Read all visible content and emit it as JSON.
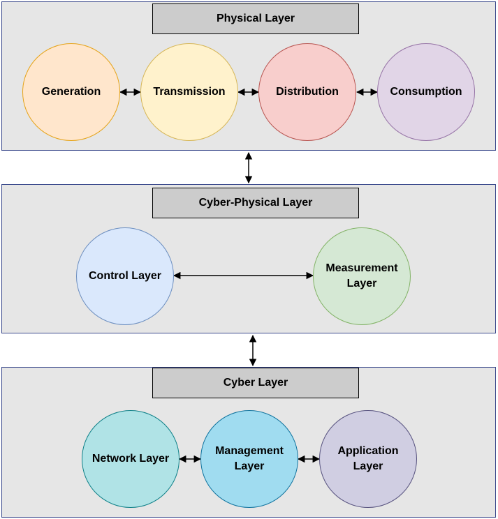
{
  "layers": {
    "physical": {
      "title": "Physical Layer",
      "nodes": [
        {
          "label": "Generation",
          "fill": "#ffe6cc",
          "stroke": "#e6a317"
        },
        {
          "label": "Transmission",
          "fill": "#fff2cc",
          "stroke": "#d6b656"
        },
        {
          "label": "Distribution",
          "fill": "#f8cecc",
          "stroke": "#b85450"
        },
        {
          "label": "Consumption",
          "fill": "#e1d5e7",
          "stroke": "#9673a6"
        }
      ]
    },
    "cyber_physical": {
      "title": "Cyber-Physical Layer",
      "nodes": [
        {
          "label": "Control Layer",
          "fill": "#dae8fc",
          "stroke": "#6c8ebf"
        },
        {
          "label": "Measurement Layer",
          "fill": "#d5e8d4",
          "stroke": "#82b366"
        }
      ]
    },
    "cyber": {
      "title": "Cyber Layer",
      "nodes": [
        {
          "label": "Network Layer",
          "fill": "#b0e3e6",
          "stroke": "#0e8088"
        },
        {
          "label": "Management Layer",
          "fill": "#a0dcf0",
          "stroke": "#10739e"
        },
        {
          "label": "Application Layer",
          "fill": "#d0cee2",
          "stroke": "#56517e"
        }
      ]
    }
  },
  "colors": {
    "layer_background": "#e6e6e6",
    "layer_border": "#3b4a8c",
    "title_box": "#cccccc",
    "arrow": "#000000"
  }
}
